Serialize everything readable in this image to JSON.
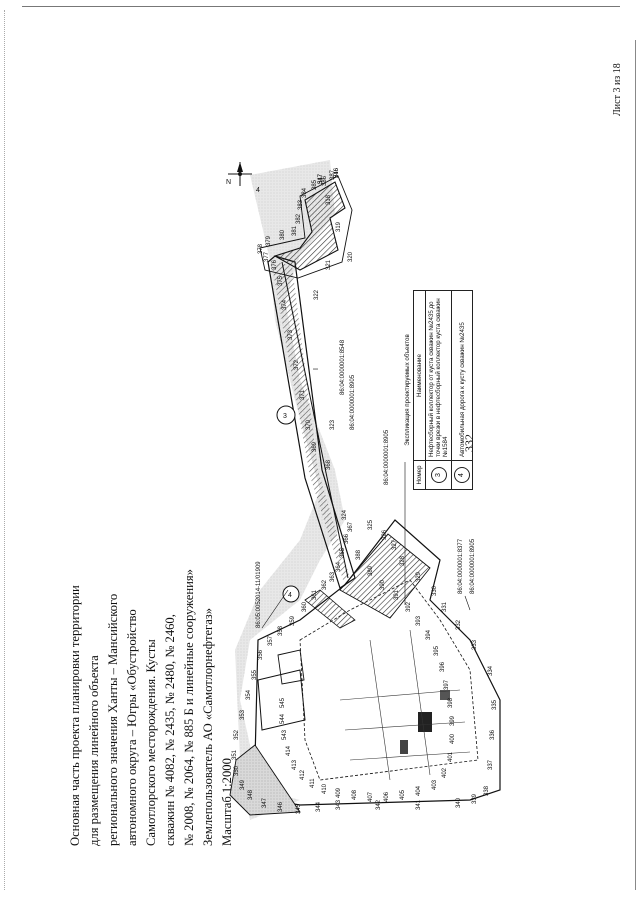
{
  "page": {
    "page_number": "332",
    "sheet_label": "Лист 3 из 18"
  },
  "title_lines": [
    "Основная часть проекта планировки территории",
    "для размещения линейного объекта",
    "регионального значения Ханты – Мансийского",
    "автономного округа – Югры «Обустройство",
    "Самотлорского месторождения. Кусты",
    "скважин № 4082, № 2435, № 2480, № 2460,",
    "№ 2008, № 2064, № 885 Б и линейные сооружения»",
    "Землепользователь АО «Самотлорнефтегаз»",
    "Масштаб 1:2000"
  ],
  "legend": {
    "title": "Экспликация проектируемых объектов",
    "col_number": "Номер",
    "col_name": "Наименование",
    "rows": [
      {
        "number": "3",
        "name": "Нефтесборный коллектор от куста скважин №2435 до точки врезки в нефтесборный коллектор куста скважин №1584"
      },
      {
        "number": "4",
        "name": "Автомобильная дорога к кусту скважин №2435"
      }
    ]
  },
  "map": {
    "compass_label": "N",
    "object_markers": [
      "3",
      "4"
    ],
    "parcel_labels": [
      "86:04:0000001:8905",
      "86:04:0000001:8548",
      "86:04:0000001:8905",
      "86:04:0000001:8377",
      "86:04:0000001:8905",
      "86:05:0052014-11/01909"
    ],
    "point_labels": [
      "316",
      "317",
      "318",
      "319",
      "320",
      "321",
      "322",
      "323",
      "324",
      "325",
      "326",
      "327",
      "328",
      "329",
      "330",
      "331",
      "332",
      "333",
      "334",
      "335",
      "336",
      "337",
      "338",
      "339",
      "340",
      "341",
      "342",
      "343",
      "344",
      "345",
      "346",
      "347",
      "348",
      "349",
      "350",
      "351",
      "352",
      "353",
      "354",
      "355",
      "356",
      "357",
      "358",
      "359",
      "360",
      "361",
      "362",
      "363",
      "364",
      "365",
      "366",
      "367",
      "368",
      "369",
      "370",
      "371",
      "372",
      "373",
      "374",
      "375",
      "376",
      "377",
      "378",
      "379",
      "380",
      "381",
      "382",
      "383",
      "384",
      "385",
      "386",
      "387",
      "388",
      "389",
      "390",
      "391",
      "392",
      "393",
      "394",
      "395",
      "396",
      "397",
      "398",
      "399",
      "400",
      "401",
      "402",
      "403",
      "404",
      "405",
      "406",
      "407",
      "408",
      "409",
      "410",
      "411",
      "412",
      "413",
      "414",
      "543",
      "544",
      "545",
      "546",
      "547"
    ],
    "misc_labels": [
      "I",
      "4"
    ]
  }
}
